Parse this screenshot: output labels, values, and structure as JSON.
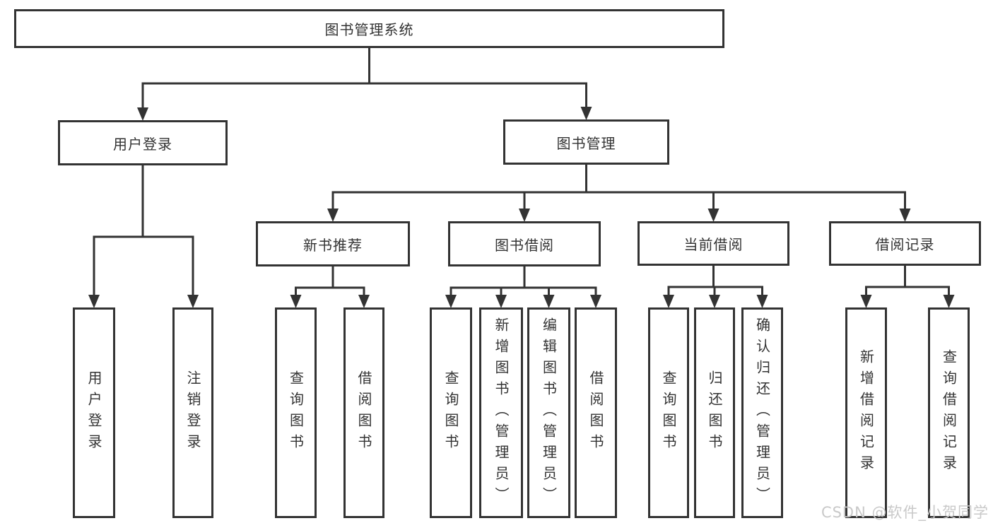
{
  "watermark": "CSDN @软件_小贺同学",
  "colors": {
    "line": "#333333",
    "text": "#333333",
    "background": "#ffffff",
    "watermark": "#c9c9c9"
  },
  "tree": {
    "id": "root",
    "label": "图书管理系统",
    "children": [
      {
        "id": "login",
        "label": "用户登录",
        "children": [
          {
            "id": "login-do",
            "label": "用户登录"
          },
          {
            "id": "login-out",
            "label": "注销登录"
          }
        ]
      },
      {
        "id": "mgmt",
        "label": "图书管理",
        "children": [
          {
            "id": "rec",
            "label": "新书推荐",
            "children": [
              {
                "id": "rec-query",
                "label": "查询图书"
              },
              {
                "id": "rec-borrow",
                "label": "借阅图书"
              }
            ]
          },
          {
            "id": "borrow",
            "label": "图书借阅",
            "children": [
              {
                "id": "borrow-query",
                "label": "查询图书"
              },
              {
                "id": "borrow-add",
                "label": "新增图书（管理员）"
              },
              {
                "id": "borrow-edit",
                "label": "编辑图书（管理员）"
              },
              {
                "id": "borrow-lend",
                "label": "借阅图书"
              }
            ]
          },
          {
            "id": "current",
            "label": "当前借阅",
            "children": [
              {
                "id": "cur-query",
                "label": "查询图书"
              },
              {
                "id": "cur-return",
                "label": "归还图书"
              },
              {
                "id": "cur-confirm",
                "label": "确认归还（管理员）"
              }
            ]
          },
          {
            "id": "records",
            "label": "借阅记录",
            "children": [
              {
                "id": "recd-add",
                "label": "新增借阅记录"
              },
              {
                "id": "recd-query",
                "label": "查询借阅记录"
              }
            ]
          }
        ]
      }
    ]
  }
}
